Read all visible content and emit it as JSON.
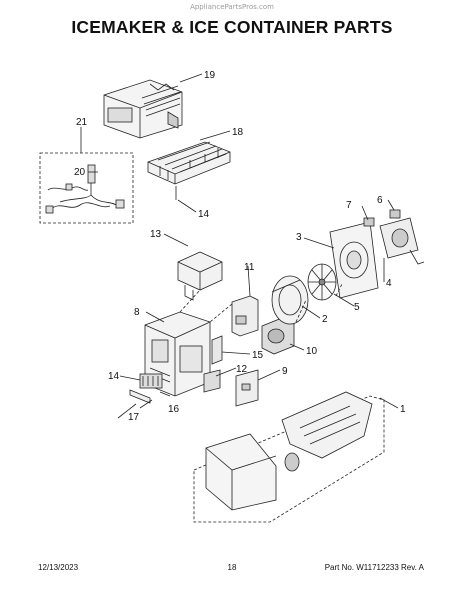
{
  "watermark": "AppliancePartsPros.com",
  "title": "ICEMAKER & ICE CONTAINER PARTS",
  "callouts": {
    "c1": "1",
    "c2": "2",
    "c3": "3",
    "c4": "4",
    "c5": "5",
    "c6": "6",
    "c7": "7",
    "c8": "8",
    "c9": "9",
    "c10": "10",
    "c11": "11",
    "c12": "12",
    "c13": "13",
    "c14a": "14",
    "c14b": "14",
    "c15": "15",
    "c16": "16",
    "c17": "17",
    "c18": "18",
    "c19": "19",
    "c20": "20",
    "c21": "21"
  },
  "footer": {
    "date": "12/13/2023",
    "page": "18",
    "part_no": "Part No. W11712233  Rev. A"
  }
}
